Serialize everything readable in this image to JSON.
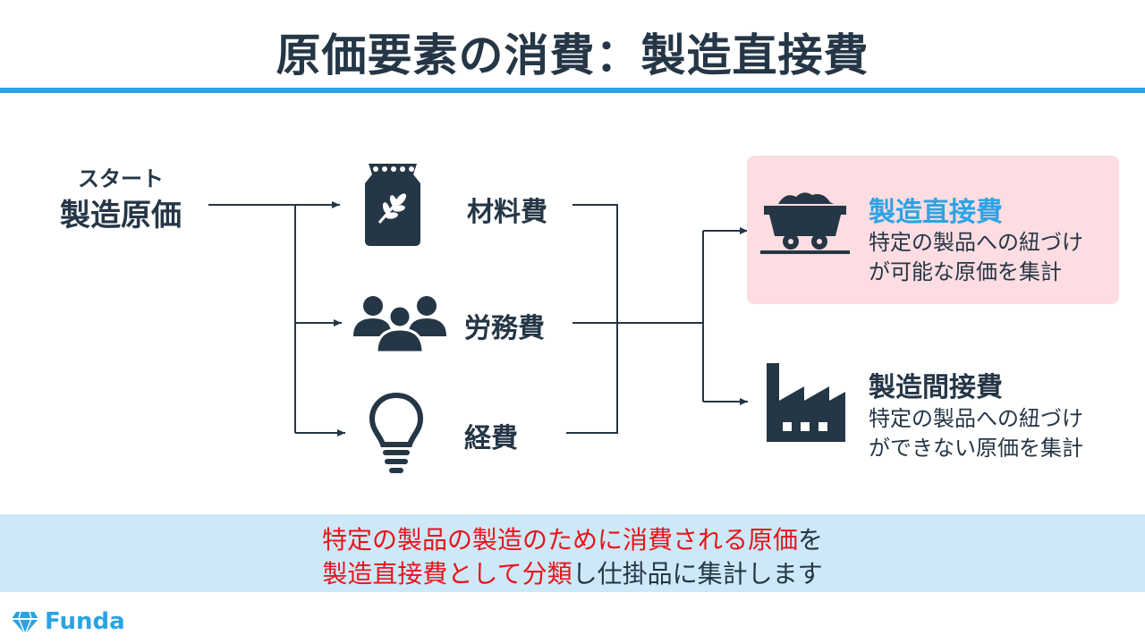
{
  "title": "原価要素の消費：製造直接費",
  "start": {
    "small": "スタート",
    "big": "製造原価"
  },
  "categories": [
    {
      "label": "材料費",
      "icon": "grain-bag-icon"
    },
    {
      "label": "労務費",
      "icon": "people-group-icon"
    },
    {
      "label": "経費",
      "icon": "lightbulb-icon"
    }
  ],
  "outputs": {
    "direct": {
      "title": "製造直接費",
      "desc_line1": "特定の製品への紐づけ",
      "desc_line2": "が可能な原価を集計",
      "icon": "mine-cart-icon",
      "title_color": "#2ea3e3",
      "bg_color": "#fddde1"
    },
    "indirect": {
      "title": "製造間接費",
      "desc_line1": "特定の製品への紐づけ",
      "desc_line2": "ができない原価を集計",
      "icon": "factory-icon"
    }
  },
  "bottom": {
    "line1_red": "特定の製品の製造のために消費される原価",
    "line1_tail": "を",
    "line2_red": "製造直接費として分類",
    "line2_tail": "し仕掛品に集計します"
  },
  "logo": {
    "text": "Funda",
    "icon": "diamond-logo-icon"
  },
  "colors": {
    "accent": "#2ea3e3",
    "dark": "#253646",
    "emphasis": "#e8141b",
    "band": "#cde9f8"
  }
}
